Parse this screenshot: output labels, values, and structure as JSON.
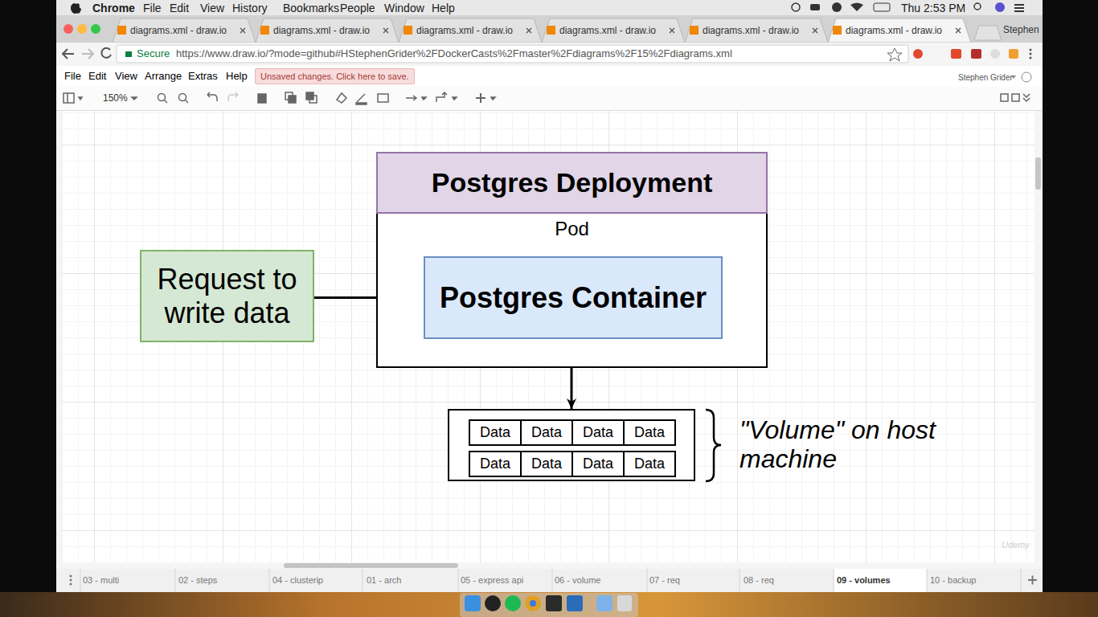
{
  "diagram": {
    "nodes": [
      {
        "text": [
          "Postgres Deployment",
          "Pod"
        ]
      },
      {
        "text": [
          "Postgres Container"
        ],
        "in": 0
      },
      {
        "text": [
          "Request to write data"
        ]
      },
      {
        "text": [
          "\"Volume\" on host machine"
        ]
      },
      {
        "text": [
          "Data"
        ],
        "in": 3
      },
      {
        "text": [
          "Data"
        ],
        "in": 3
      },
      {
        "text": [
          "Data"
        ],
        "in": 3
      },
      {
        "text": [
          "Data"
        ],
        "in": 3
      },
      {
        "text": [
          "Data"
        ],
        "in": 3
      },
      {
        "text": [
          "Data"
        ],
        "in": 3
      },
      {
        "text": [
          "Data"
        ],
        "in": 3
      },
      {
        "text": [
          "Data"
        ],
        "in": 3
      }
    ],
    "edges": [
      {
        "from": 2,
        "to": 1,
        "arrow": "to"
      },
      {
        "from": 1,
        "to": 3,
        "arrow": "to"
      }
    ],
    "labels": [
      "Chrome",
      "File",
      "Edit",
      "View",
      "History",
      "Bookmarks",
      "People",
      "Window",
      "Help",
      "Thu 2:53 PM",
      "diagrams.xml - draw.io",
      "diagrams.xml - draw.io",
      "diagrams.xml - draw.io",
      "diagrams.xml - draw.io",
      "diagrams.xml - draw.io",
      "diagrams.xml - draw.io",
      "Stephen",
      "Secure",
      "https://www.draw.io/?mode=github#HStephenGrider%2FDockerCasts%2Fmaster%2Fdiagrams%2F15%2Fdiagrams.xml",
      "File",
      "Edit",
      "View",
      "Arrange",
      "Extras",
      "Help",
      "Unsaved changes. Click here to save.",
      "Stephen Grider",
      "150%",
      "03 - multi",
      "02 - steps",
      "04 - clusterip",
      "01 - arch",
      "05 - express api",
      "06 - volume",
      "07 - req",
      "08 - req",
      "09 - volumes",
      "10 - backup",
      "Udemy"
    ]
  }
}
